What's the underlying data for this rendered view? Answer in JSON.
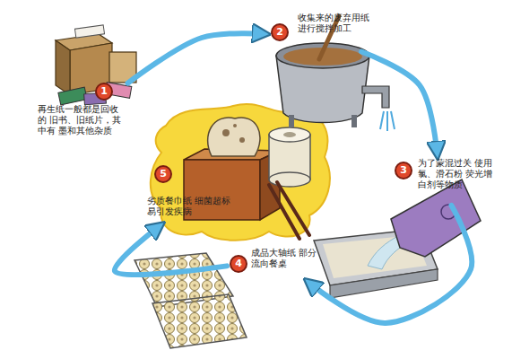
{
  "diagram": {
    "nodes": [
      {
        "text": [
          "1",
          "再生纸一般都是回收的 旧书、旧纸片，其中有 墨和其他杂质"
        ]
      },
      {
        "text": [
          "2",
          "收集来的废弃用纸 进行搅拌加工"
        ]
      },
      {
        "text": [
          "3",
          "为了蒙混过关 使用氯、滑石粉 荧光增白剂等物质"
        ]
      },
      {
        "text": [
          "4",
          "成品大轴纸 部分流向餐桌"
        ]
      },
      {
        "text": [
          "5",
          "劣质餐巾纸 细菌超标 易引发疾病"
        ]
      }
    ],
    "edges": [
      {
        "from": 0,
        "to": 1,
        "arrow": "to"
      },
      {
        "from": 1,
        "to": 2,
        "arrow": "to"
      },
      {
        "from": 2,
        "to": 3,
        "arrow": "to"
      },
      {
        "from": 3,
        "to": 4,
        "arrow": "to"
      }
    ]
  }
}
